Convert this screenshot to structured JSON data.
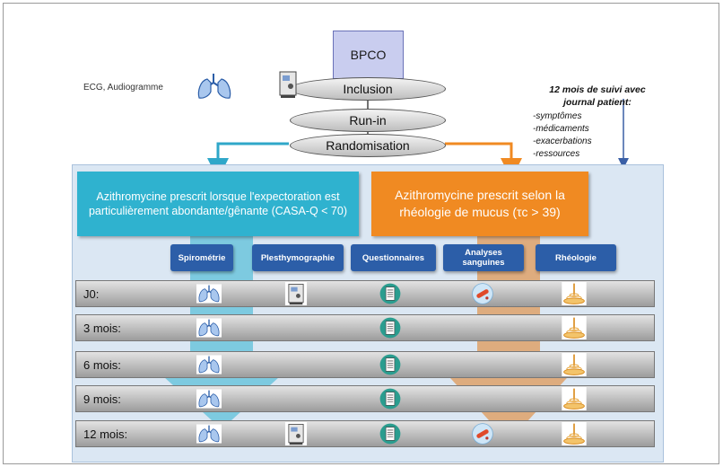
{
  "bpco": "BPCO",
  "steps": {
    "inclusion": "Inclusion",
    "runin": "Run-in",
    "randomisation": "Randomisation"
  },
  "inclusion_note": "ECG, Audiogramme",
  "followup": {
    "title_line1": "12 mois de suivi avec",
    "title_line2": "journal patient:",
    "items": [
      "-symptômes",
      "-médicaments",
      "-exacerbations",
      "-ressources"
    ]
  },
  "arms": {
    "a": "Azithromycine prescrit lorsque l'expectoration est particulièrement abondante/gênante (CASA-Q < 70)",
    "b": "Azithromycine prescrit selon la rhéologie de mucus (τc > 39)"
  },
  "columns": [
    "Spirométrie",
    "Plesthymographie",
    "Questionnaires",
    "Analyses sanguines",
    "Rhéologie"
  ],
  "rows": [
    "J0:",
    "3 mois:",
    "6 mois:",
    "9 mois:",
    "12 mois:"
  ],
  "colors": {
    "arm_a": "#2fb2cf",
    "arm_b": "#f08a22",
    "column_button": "#2c5ea8",
    "panel": "#dbe7f3"
  },
  "icons": [
    "lungs-icon",
    "plethysmograph-icon",
    "questionnaire-icon",
    "blood-test-icon",
    "rheology-icon"
  ]
}
